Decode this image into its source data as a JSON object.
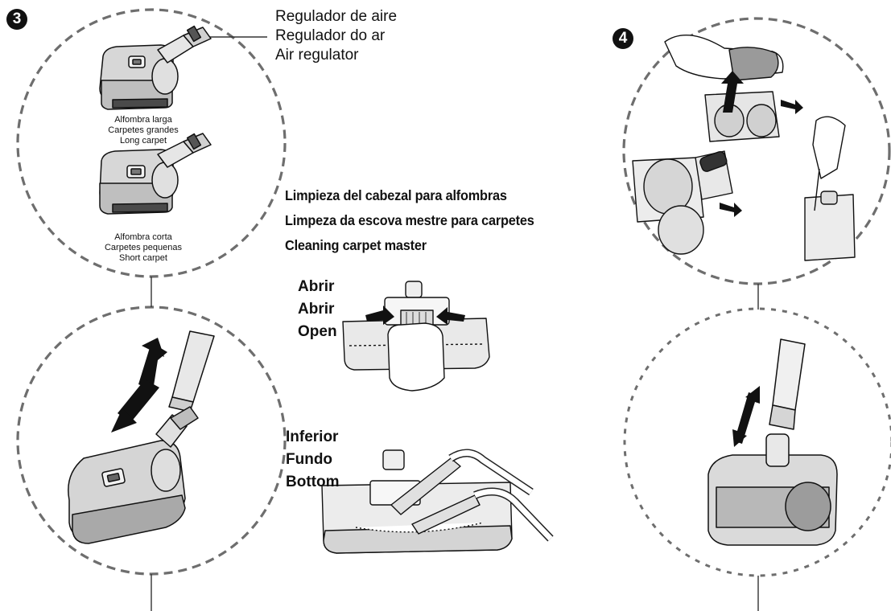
{
  "step3": {
    "badge": "3",
    "air_regulator": [
      "Regulador de aire",
      "Regulador do ar",
      "Air regulator"
    ],
    "long_carpet": [
      "Alfombra larga",
      "Carpetes grandes",
      "Long carpet"
    ],
    "short_carpet": [
      "Alfombra corta",
      "Carpetes pequenas",
      "Short carpet"
    ]
  },
  "step4": {
    "badge": "4"
  },
  "cleaning": {
    "heading": [
      "Limpieza del cabezal para alfombras",
      "Limpeza da escova mestre para carpetes",
      "Cleaning carpet master"
    ],
    "open_label": [
      "Abrir",
      "Abrir",
      "Open"
    ],
    "bottom_label": [
      "Inferior",
      "Fundo",
      "Bottom"
    ]
  },
  "colors": {
    "dashed_circle": "#6e6e6e",
    "ink": "#111111"
  }
}
